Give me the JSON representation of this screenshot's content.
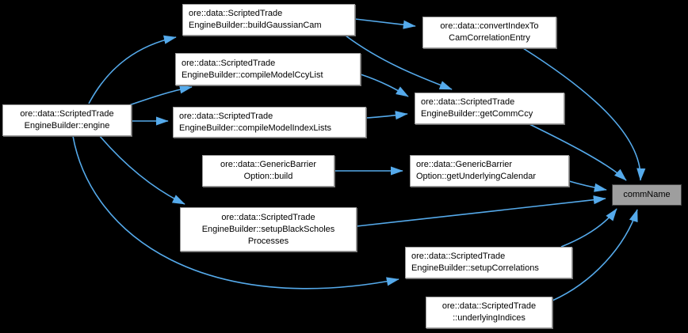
{
  "diagram": {
    "type": "doxygen-call-graph",
    "focus_node": "commName",
    "colors": {
      "background": "#000000",
      "edge": "#55aaeb",
      "node_fill": "#ffffff",
      "node_border": "#9a9a9a",
      "node_text": "#000000",
      "focus_fill": "#9e9e9e",
      "focus_border": "#424242"
    },
    "nodes": {
      "engine": {
        "label": "ore::data::ScriptedTrade\nEngineBuilder::engine"
      },
      "buildGaussianCam": {
        "label": "ore::data::ScriptedTrade\nEngineBuilder::buildGaussianCam"
      },
      "compileModelCcyList": {
        "label": "ore::data::ScriptedTrade\nEngineBuilder::compileModelCcyList"
      },
      "compileModelIndexLists": {
        "label": "ore::data::ScriptedTrade\nEngineBuilder::compileModelIndexLists"
      },
      "convertIndexTo": {
        "label": "ore::data::convertIndexTo\nCamCorrelationEntry"
      },
      "getCommCcy": {
        "label": "ore::data::ScriptedTrade\nEngineBuilder::getCommCcy"
      },
      "build": {
        "label": "ore::data::GenericBarrier\nOption::build"
      },
      "getUnderlyingCalendar": {
        "label": "ore::data::GenericBarrier\nOption::getUnderlyingCalendar"
      },
      "setupBlackScholes": {
        "label": "ore::data::ScriptedTrade\nEngineBuilder::setupBlackScholes\nProcesses"
      },
      "setupCorrelations": {
        "label": "ore::data::ScriptedTrade\nEngineBuilder::setupCorrelations"
      },
      "underlyingIndices": {
        "label": "ore::data::ScriptedTrade\n::underlyingIndices"
      },
      "commName": {
        "label": "commName"
      }
    },
    "edges": [
      {
        "from": "engine",
        "to": "buildGaussianCam"
      },
      {
        "from": "engine",
        "to": "compileModelCcyList"
      },
      {
        "from": "engine",
        "to": "compileModelIndexLists"
      },
      {
        "from": "engine",
        "to": "setupBlackScholes"
      },
      {
        "from": "engine",
        "to": "setupCorrelations"
      },
      {
        "from": "buildGaussianCam",
        "to": "convertIndexTo"
      },
      {
        "from": "buildGaussianCam",
        "to": "getCommCcy"
      },
      {
        "from": "compileModelCcyList",
        "to": "getCommCcy"
      },
      {
        "from": "compileModelIndexLists",
        "to": "getCommCcy"
      },
      {
        "from": "build",
        "to": "getUnderlyingCalendar"
      },
      {
        "from": "convertIndexTo",
        "to": "commName"
      },
      {
        "from": "getCommCcy",
        "to": "commName"
      },
      {
        "from": "getUnderlyingCalendar",
        "to": "commName"
      },
      {
        "from": "setupBlackScholes",
        "to": "commName"
      },
      {
        "from": "setupCorrelations",
        "to": "commName"
      },
      {
        "from": "underlyingIndices",
        "to": "commName"
      }
    ]
  }
}
